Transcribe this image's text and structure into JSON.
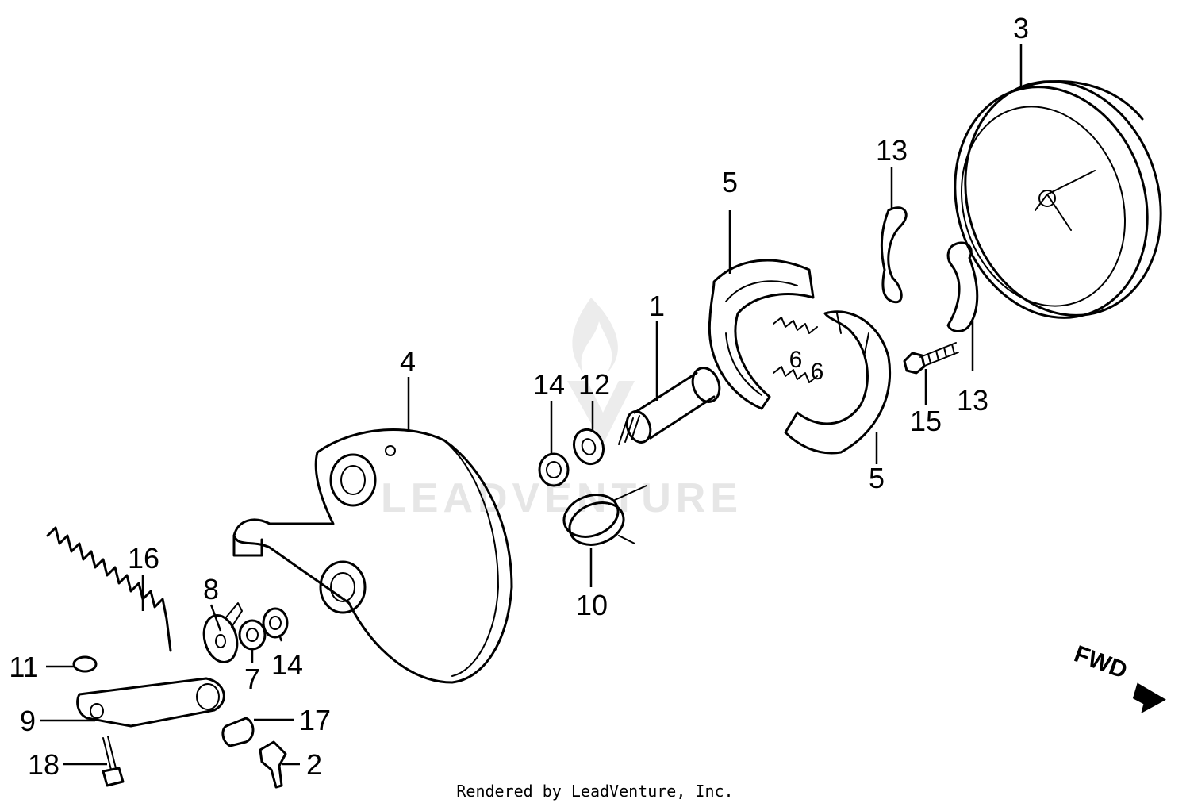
{
  "credit": "Rendered by LeadVenture, Inc.",
  "watermark": "LEADVENTURE",
  "fwd_label": "FWD",
  "callouts": {
    "c1": "1",
    "c2": "2",
    "c3": "3",
    "c4": "4",
    "c5a": "5",
    "c5b": "5",
    "c6a": "6",
    "c6b": "6",
    "c7": "7",
    "c8": "8",
    "c9": "9",
    "c10": "10",
    "c11": "11",
    "c12": "12",
    "c13a": "13",
    "c13b": "13",
    "c14a": "14",
    "c14b": "14",
    "c15": "15",
    "c16": "16",
    "c17": "17",
    "c18": "18"
  }
}
